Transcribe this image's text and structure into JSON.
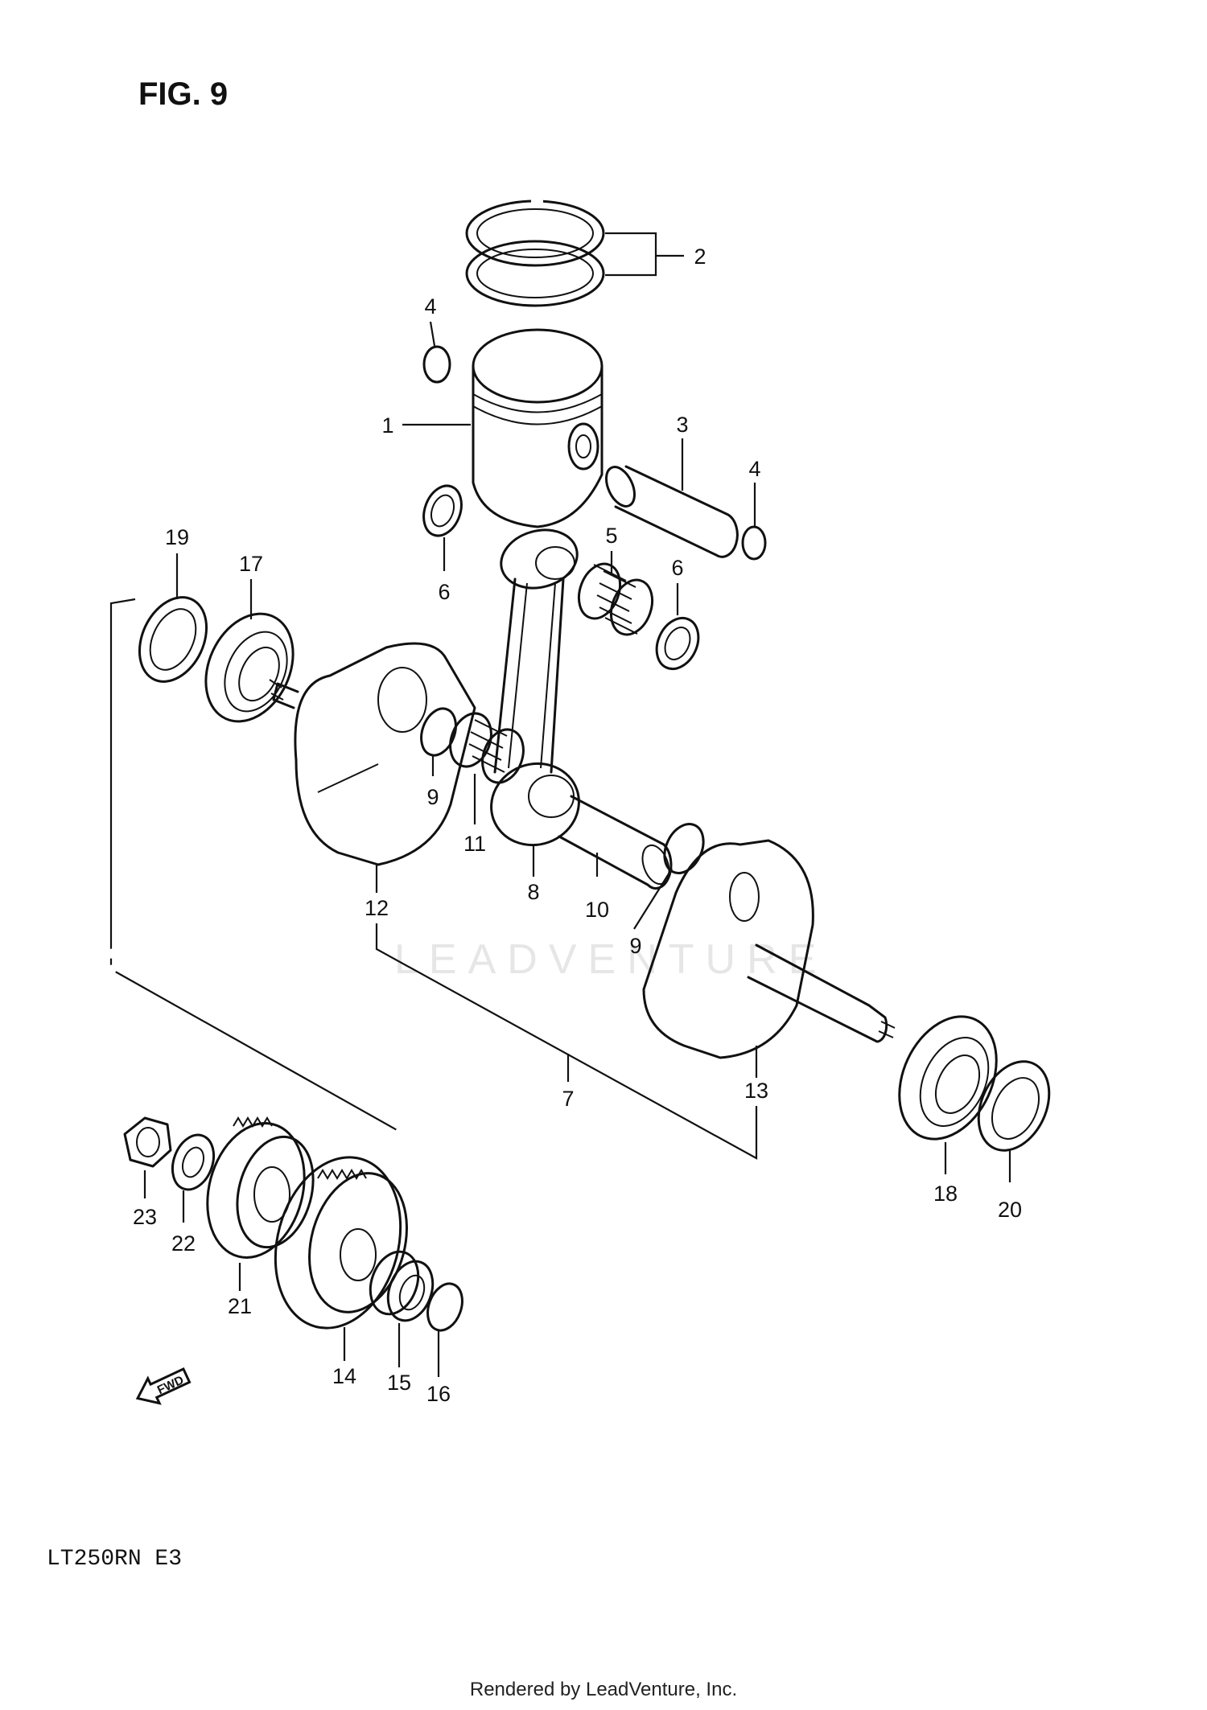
{
  "figure_title": "FIG. 9",
  "model_code": "LT250RN E3",
  "footer": "Rendered by LeadVenture, Inc.",
  "watermark": "LEADVENTURE",
  "direction_label": "FWD",
  "callouts": {
    "n1": "1",
    "n2": "2",
    "n3": "3",
    "n4a": "4",
    "n4b": "4",
    "n5": "5",
    "n6a": "6",
    "n6b": "6",
    "n7": "7",
    "n8": "8",
    "n9a": "9",
    "n9b": "9",
    "n10": "10",
    "n11": "11",
    "n12": "12",
    "n13": "13",
    "n14": "14",
    "n15": "15",
    "n16": "16",
    "n17": "17",
    "n18": "18",
    "n19": "19",
    "n20": "20",
    "n21": "21",
    "n22": "22",
    "n23": "23"
  }
}
